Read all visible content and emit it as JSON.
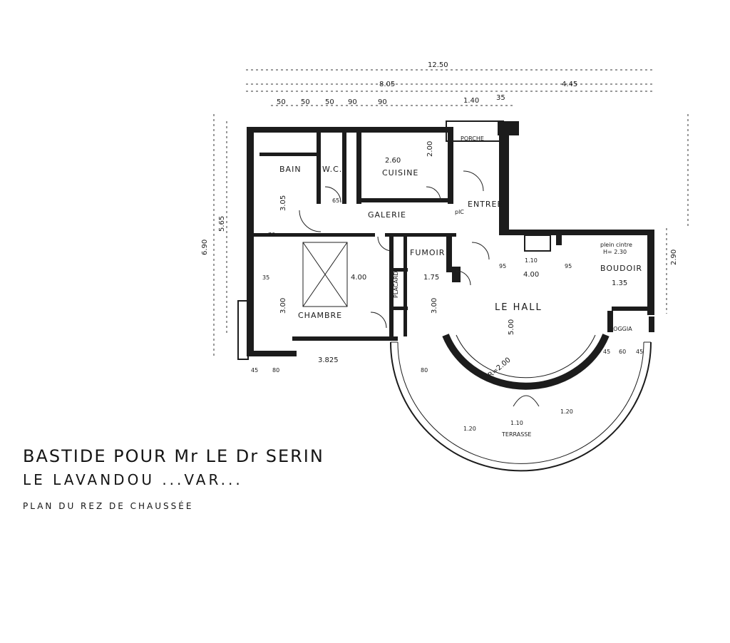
{
  "dimensions": {
    "total_width": "12.50",
    "left_width": "8.05",
    "right_width": "4.45",
    "top_segments": [
      "50",
      "50",
      "50",
      "90",
      "90",
      "1.40",
      "35"
    ],
    "left_height_outer": "6.90",
    "left_height_inner": "5.65",
    "right_height": "2.90",
    "bottom_width": "3.825",
    "bottom_segments": [
      "45",
      "80"
    ],
    "loggia_segments": [
      "45",
      "60",
      "45"
    ],
    "hall_width": "4.00",
    "hall_height": "5.00",
    "chambre_width": "4.00",
    "chambre_height": "3.00",
    "bain_height": "3.05",
    "cuisine_area": "2.60",
    "cuisine_depth": "2.00",
    "boudoir_dim": "1.35",
    "fumoir_dim": "1.75",
    "fumoir_height": "3.00",
    "radius": "R=2.00",
    "terrace_1": "1.20",
    "terrace_2": "1.20",
    "terrace_3": "1.10",
    "misc": [
      "35",
      "70",
      "95",
      "95",
      "1.10",
      "80",
      "65"
    ]
  },
  "rooms": {
    "bain": "BAIN",
    "wc": "W.C.",
    "cuisine": "CUISINE",
    "porche": "PORCHE",
    "entree": "ENTREE",
    "galerie": "GALERIE",
    "chambre": "CHAMBRE",
    "fumoir": "FUMOIR",
    "hall": "LE HALL",
    "boudoir": "BOUDOIR",
    "loggia": "LOGGIA",
    "terrasse": "TERRASSE",
    "placard": "PLACARD"
  },
  "notes": {
    "plein_cintre": "plein cintre",
    "hauteur": "H= 2.30",
    "plc": "plC"
  },
  "title": {
    "line1": "BASTIDE POUR Mr LE Dr SERIN",
    "line2": "LE LAVANDOU ...VAR...",
    "line3": "PLAN DU REZ DE CHAUSSÉE"
  }
}
